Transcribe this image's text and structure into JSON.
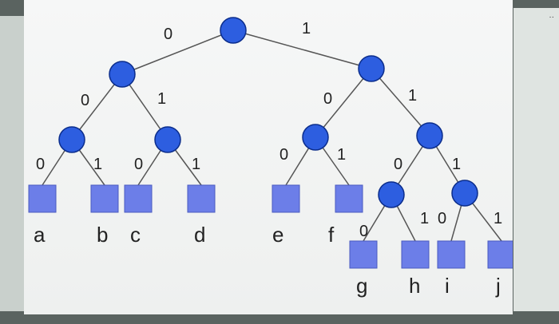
{
  "tree": {
    "edge_labels": {
      "root_left": "0",
      "root_right": "1",
      "l1_left": "0",
      "l1_right": "1",
      "r1_left": "0",
      "r1_right": "1",
      "ll_left": "0",
      "ll_right": "1",
      "lr_left": "0",
      "lr_right": "1",
      "rl_left": "0",
      "rl_right": "1",
      "rr_left": "0",
      "rr_right": "1",
      "rrl_left": "0",
      "rrl_right": "1",
      "rrr_left": "0",
      "rrr_right": "1"
    },
    "leaves": {
      "a": "a",
      "b": "b",
      "c": "c",
      "d": "d",
      "e": "e",
      "f": "f",
      "g": "g",
      "h": "h",
      "i": "i",
      "j": "j"
    }
  },
  "colors": {
    "node_fill": "#2d5ee0",
    "leaf_fill": "#6c7ee8"
  }
}
